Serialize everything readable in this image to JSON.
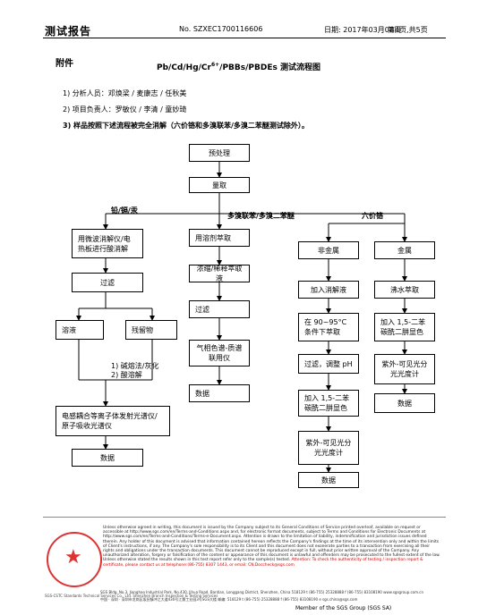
{
  "header": {
    "title": "测试报告",
    "number": "No. SZXEC1700116606",
    "date": "日期: 2017年03月08日",
    "page": "第4页,共5页"
  },
  "appendix_label": "附件",
  "doc_title_before": "Pb/Cd/Hg/Cr",
  "doc_title_sup": "6+",
  "doc_title_after": "/PBBs/PBDEs 测试流程图",
  "items": [
    "1)   分析人员：邓焕梁 / 麦康志 / 任秋美",
    "2)   项目负责人：罗敏仪 / 李清 / 童妙琦",
    "3)   样品按照下述流程被完全消解（六价铬和多溴联苯/多溴二苯醚测试除外）。"
  ],
  "flow": {
    "pretreat": "预处理",
    "weigh": "量取",
    "branch_metals": "铅/镉/汞",
    "branch_pbb": "多溴联苯/多溴二苯醚",
    "branch_cr": "六价铬",
    "digest": "用微波消解仪/电热板进行酸消解",
    "filter1": "过滤",
    "solution": "溶液",
    "residue": "残留物",
    "residue_note": "1)  碱熔法/灰化\n2)  酸溶解",
    "icp": "电感耦合等离子体发射光谱仪/原子吸收光谱仪",
    "data1": "数据",
    "solvent_extract": "用溶剂萃取",
    "concentrate": "浓缩/稀释萃取液",
    "filter2": "过滤",
    "gcms": "气相色谱-质谱联用仪",
    "data2": "数据",
    "nonmetal": "非金属",
    "add_digest": "加入消解液",
    "extract_90": "在 90~95°C条件下萃取",
    "filter_ph": "过滤，调整 pH",
    "add_dpc1": "加入 1,5-二苯碳酰二肼显色",
    "uv1": "紫外-可见光分光光度计",
    "data3": "数据",
    "metal": "金属",
    "boil_extract": "沸水萃取",
    "add_dpc2": "加入 1,5-二苯碳酰二肼显色",
    "uv2": "紫外-可见光分光光度计",
    "data4": "数据"
  },
  "footer": {
    "legal": "Unless otherwise agreed in writing, this document is issued by the Company subject to its General Conditions of Service printed overleaf, available on request or accessible at http://www.sgs.com/en/Terms-and-Conditions.aspx and, for electronic format documents, subject to Terms and Conditions for Electronic Documents at http://www.sgs.com/en/Terms-and-Conditions/Terms-e-Document.aspx. Attention is drawn to the limitation of liability, indemnification and jurisdiction issues defined therein. Any holder of this document is advised that information contained hereon reflects the Company's findings at the time of its intervention only and within the limits of Client's instructions, if any. The Company's sole responsibility is to its Client and this document does not exonerate parties to a transaction from exercising all their rights and obligations under the transaction documents. This document cannot be reproduced except in full, without prior written approval of the Company. Any unauthorized alteration, forgery or falsification of the content or appearance of this document is unlawful and offenders may be prosecuted to the fullest extent of the law. Unless otherwise stated the results shown in this test report refer only to the sample(s) tested.",
    "warning": "Attention: To check the authenticity of testing / inspection report & certificate, please contact us at telephone:(86-755) 8307 1443, or email: CN.Doccheck@sgs.com",
    "sgs_line": "SGS-CSTC Standards Technical Services Co., Ltd. Shenzhen Branch  Inspection & Testing Services",
    "address_en": "SGS Bldg. No.3, Jianghao Industrial Park, No.430, Jihua Road, Bantian, Longgang District, Shenzhen, China 518129  t (86-755) 25328888  f (86-755) 83108190  www.sgsgroup.com.cn",
    "address_cn": "中国 · 深圳 · 深圳市龙岗区坂田镇冲之大道430号江灏工业园3号SGS大楼  邮编: 518129  t (86-755) 25328888  f (86-755) 83108190  e sgs.china@sgs.com",
    "member": "Member of the SGS Group (SGS SA)"
  }
}
